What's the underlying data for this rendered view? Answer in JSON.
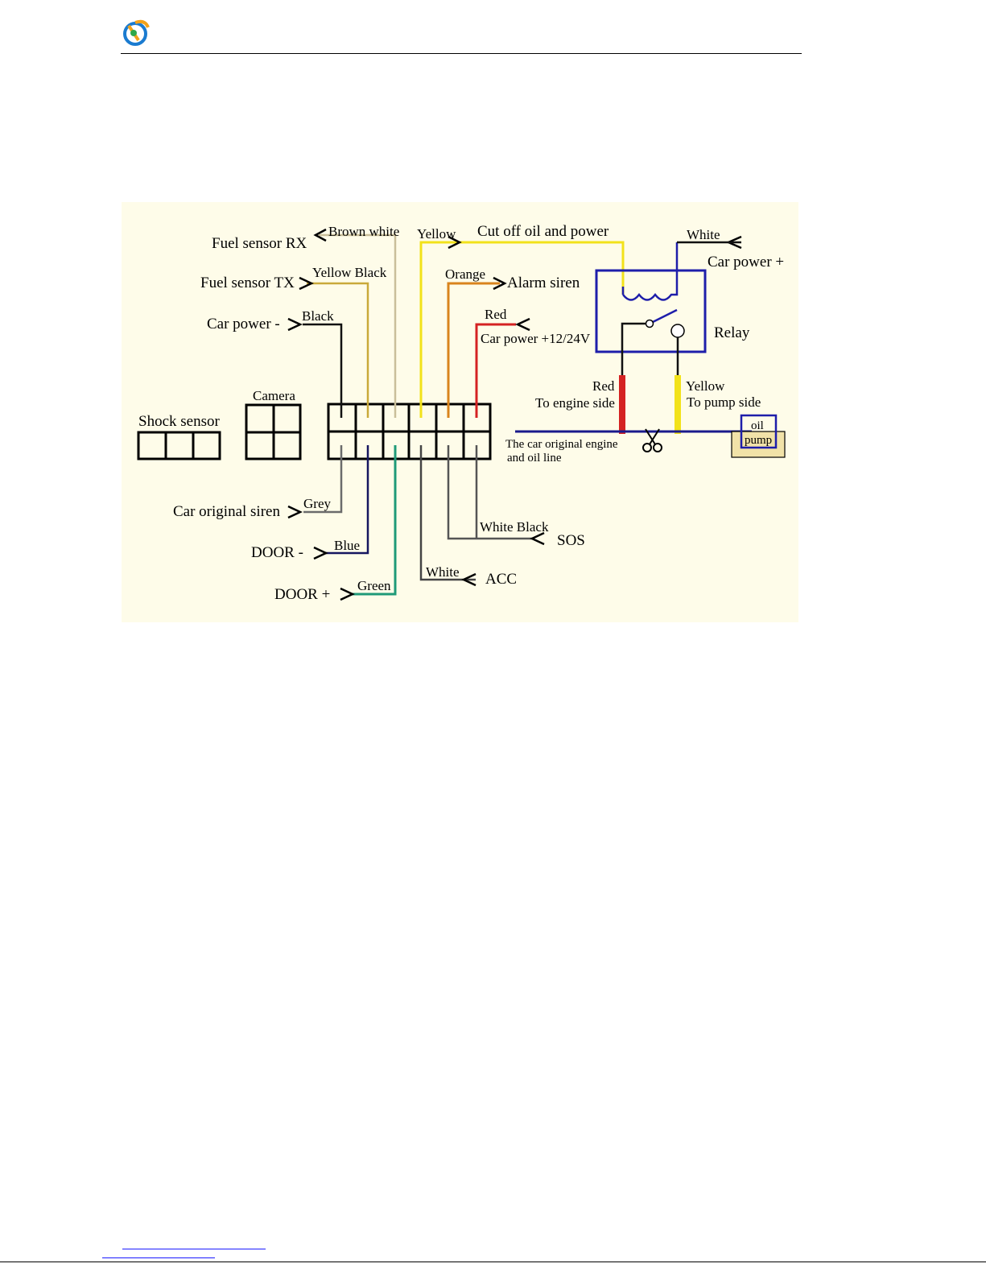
{
  "header": {
    "logo_icon": "company-logo-icon"
  },
  "diagram": {
    "background_color": "#fefce9",
    "left_labels": {
      "fuel_rx": "Fuel sensor RX",
      "fuel_rx_wire": "Brown white",
      "fuel_tx": "Fuel sensor TX",
      "fuel_tx_wire": "Yellow Black",
      "car_power_neg": "Car power -",
      "car_power_neg_wire": "Black",
      "shock_sensor": "Shock sensor",
      "camera": "Camera",
      "car_siren": "Car original siren",
      "car_siren_wire": "Grey",
      "door_neg": "DOOR -",
      "door_neg_wire": "Blue",
      "door_pos": "DOOR +",
      "door_pos_wire": "Green"
    },
    "right_labels": {
      "yellow_wire": "Yellow",
      "cut_off": "Cut off oil and power",
      "orange_wire": "Orange",
      "alarm_siren": "Alarm siren",
      "red_wire": "Red",
      "car_power_pos_1224": "Car power +12/24V",
      "white_wire_top": "White",
      "car_power_pos": "Car power +",
      "relay": "Relay",
      "relay_red": "Red",
      "to_engine": "To engine side",
      "relay_yellow": "Yellow",
      "to_pump": "To pump side",
      "oil_line_1": "The car original engine",
      "oil_line_2": "and oil line",
      "oil": "oil",
      "pump": "pump",
      "white_black_wire": "White Black",
      "sos": "SOS",
      "white_wire_bottom": "White",
      "acc": "ACC"
    },
    "wire_colors": {
      "brown_white": "#c9bf9a",
      "yellow_black": "#c9a93a",
      "black": "#111111",
      "yellow": "#f2e21a",
      "orange": "#d9841d",
      "red": "#d42222",
      "relay_blue": "#1e1eaa",
      "oil_line": "#1a1a8c",
      "grey": "#6b6b6b",
      "blue": "#161660",
      "green": "#1f9a78",
      "white_black": "#555555",
      "white": "#444444",
      "pump_fill": "#f1e2a8"
    }
  }
}
